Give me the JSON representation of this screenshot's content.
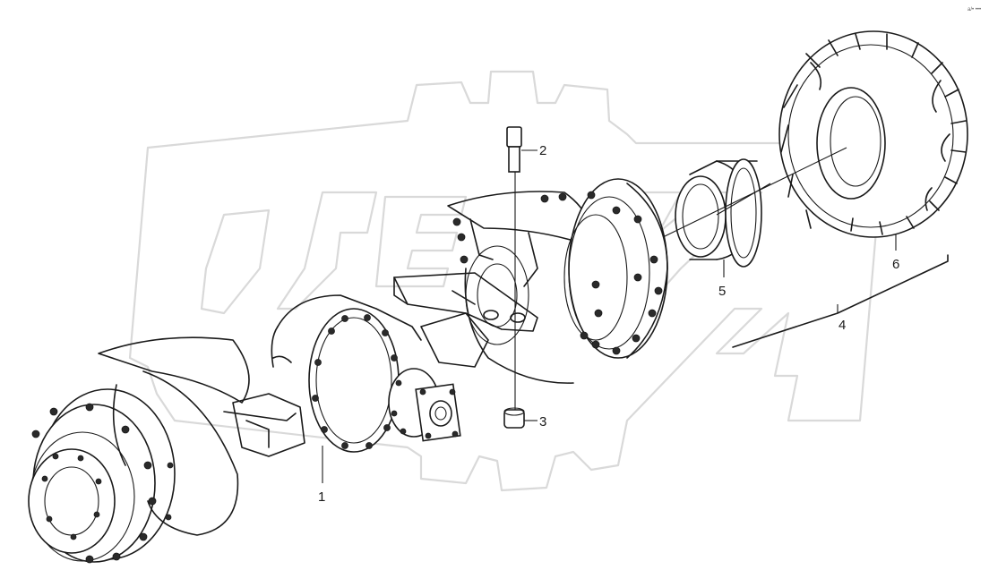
{
  "diagram": {
    "callouts": [
      {
        "id": "1",
        "label": "1"
      },
      {
        "id": "2",
        "label": "2"
      },
      {
        "id": "3",
        "label": "3"
      },
      {
        "id": "4",
        "label": "4"
      },
      {
        "id": "5",
        "label": "5"
      },
      {
        "id": "6",
        "label": "6"
      }
    ],
    "corner_mark": "a/• •••"
  },
  "colors": {
    "line": "#1a1a1a",
    "watermark": "#d9d9d9",
    "background": "#ffffff"
  },
  "icons": {
    "watermark": "gear-logo-watermark"
  }
}
